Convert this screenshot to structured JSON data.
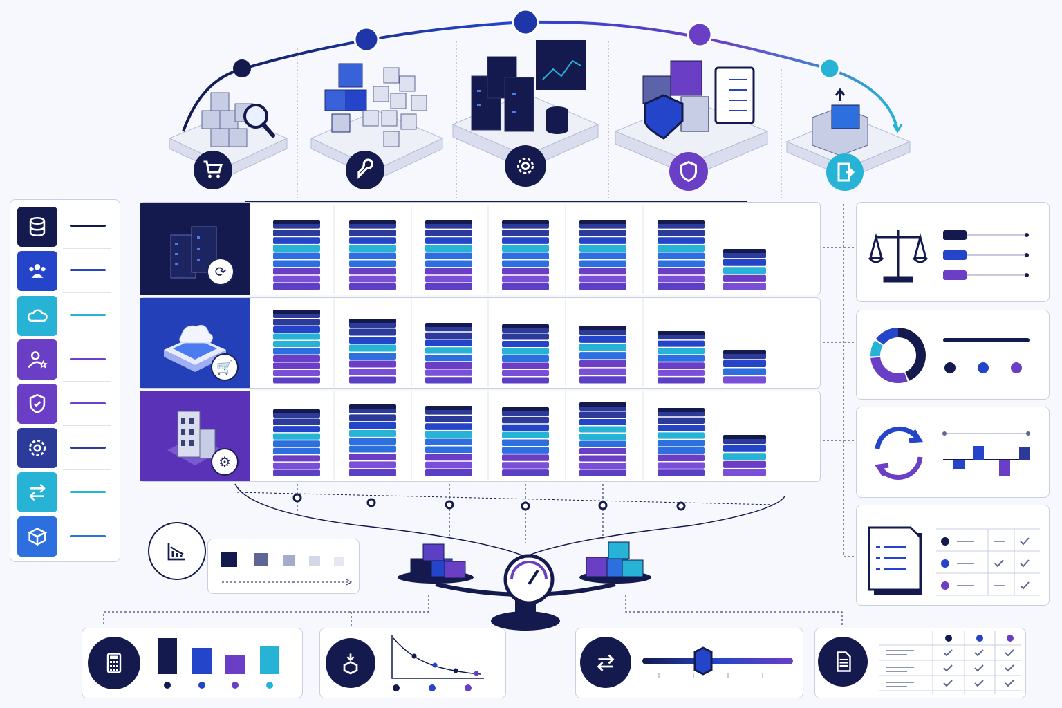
{
  "colors": {
    "navy": "#141a4e",
    "blue": "#2445c9",
    "teal": "#27b3d6",
    "purple": "#6a3fc5",
    "light": "#c9cfe3"
  },
  "top_nodes": [
    {
      "name": "cart-icon"
    },
    {
      "name": "wrench-icon"
    },
    {
      "name": "gear-icon"
    },
    {
      "name": "shield-icon"
    },
    {
      "name": "exit-door-icon"
    }
  ],
  "left_legend": [
    {
      "icon": "database-icon",
      "color": "#141a4e"
    },
    {
      "icon": "users-icon",
      "color": "#2445c9"
    },
    {
      "icon": "cloud-icon",
      "color": "#27b3d6"
    },
    {
      "icon": "user-star-icon",
      "color": "#6a3fc5"
    },
    {
      "icon": "shield-check-icon",
      "color": "#6a3fc5"
    },
    {
      "icon": "gear-icon",
      "color": "#2c3a9a"
    },
    {
      "icon": "arrows-exchange-icon",
      "color": "#27b3d6"
    },
    {
      "icon": "box-icon",
      "color": "#2e6fe0"
    }
  ],
  "rows": [
    {
      "name": "servers-row",
      "head_color": "#141a4e",
      "badge_icon": "sync-icon"
    },
    {
      "name": "cloud-row",
      "head_color": "#2340b8",
      "badge_icon": "cart-icon"
    },
    {
      "name": "building-row",
      "head_color": "#5a32b8",
      "badge_icon": "gear-icon"
    }
  ],
  "stacks": {
    "row_levels": [
      [
        0.95,
        0.95,
        0.95,
        0.95,
        0.95,
        0.95,
        0.55
      ],
      [
        1.0,
        0.88,
        0.82,
        0.8,
        0.78,
        0.7,
        0.45
      ],
      [
        0.9,
        0.97,
        0.95,
        0.93,
        1.0,
        0.92,
        0.55
      ]
    ]
  },
  "right_panels": [
    {
      "icon": "balance-scale-icon"
    },
    {
      "icon": "donut-chart-icon"
    },
    {
      "icon": "refresh-cycle-icon"
    },
    {
      "icon": "document-checklist-icon"
    }
  ],
  "bottom_panels": [
    {
      "icon": "calculator-icon"
    },
    {
      "icon": "download-box-icon"
    },
    {
      "icon": "swap-arrows-icon"
    },
    {
      "icon": "report-document-icon"
    }
  ]
}
